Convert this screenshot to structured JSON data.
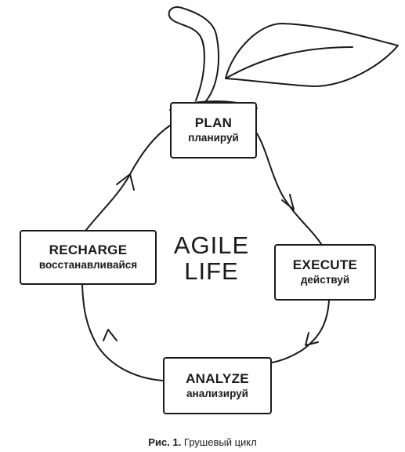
{
  "nodes": {
    "plan": {
      "title": "PLAN",
      "subtitle": "планируй"
    },
    "execute": {
      "title": "EXECUTE",
      "subtitle": "действуй"
    },
    "analyze": {
      "title": "ANALYZE",
      "subtitle": "анализируй"
    },
    "recharge": {
      "title": "RECHARGE",
      "subtitle": "восстанавливайся"
    }
  },
  "center": {
    "line1": "AGILE",
    "line2": "LIFE"
  },
  "caption": {
    "label": "Рис. 1.",
    "text": "Грушевый цикл"
  },
  "colors": {
    "stroke": "#1a1a1a",
    "background": "#ffffff"
  }
}
